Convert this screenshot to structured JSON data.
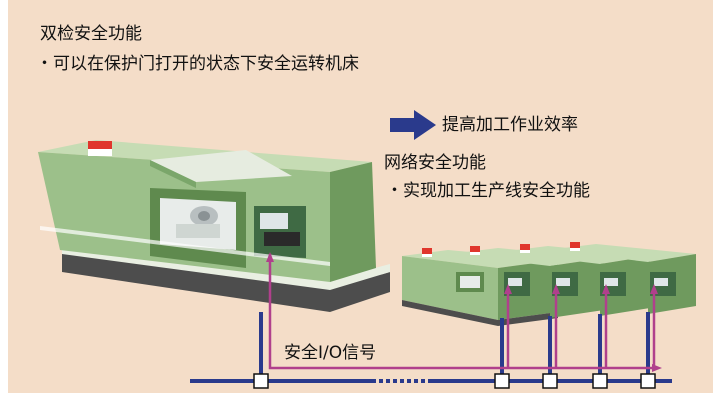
{
  "heading": {
    "dual_check": "双检安全功能",
    "dual_check_detail": "・可以在保护门打开的状态下安全运转机床"
  },
  "result": "提高加工作业效率",
  "network": {
    "title": "网络安全功能",
    "detail": "・实现加工生产线安全功能"
  },
  "signal_label": "安全I/O信号",
  "colors": {
    "background": "#f4ddc8",
    "machine_body": "#9cc08a",
    "machine_dark": "#5f8a4e",
    "network_line": "#2a3a8c",
    "signal_line": "#b0408c",
    "arrow": "#2a3a8c",
    "lamp": "#e0362c"
  },
  "icons": {
    "arrow": "right-arrow-icon",
    "lamp": "signal-lamp-icon"
  }
}
